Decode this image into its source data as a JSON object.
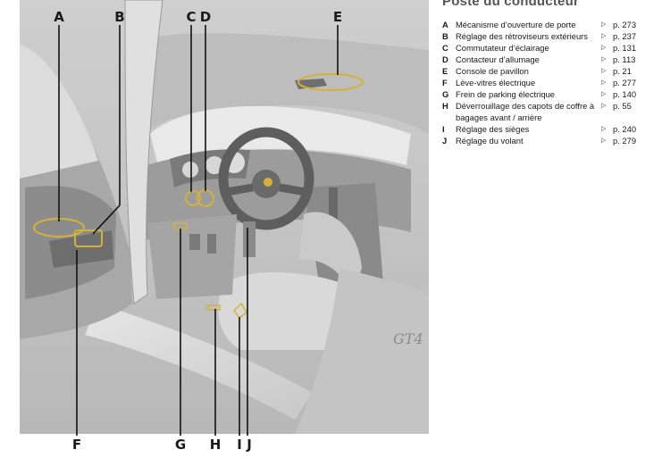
{
  "panel": {
    "title": "Poste du conducteur",
    "items": [
      {
        "letter": "A",
        "desc": "Mécanisme d’ouverture de porte",
        "page": "p. 273"
      },
      {
        "letter": "B",
        "desc": "Réglage des rétroviseurs extérieurs",
        "page": "p. 237"
      },
      {
        "letter": "C",
        "desc": "Commutateur d’éclairage",
        "page": "p. 131"
      },
      {
        "letter": "D",
        "desc": "Contacteur d’allumage",
        "page": "p. 113"
      },
      {
        "letter": "E",
        "desc": "Console de pavillon",
        "page": "p. 21"
      },
      {
        "letter": "F",
        "desc": "Lève-vitres électrique",
        "page": "p. 277"
      },
      {
        "letter": "G",
        "desc": "Frein de parking électrique",
        "page": "p. 140"
      },
      {
        "letter": "H",
        "desc": "Déverrouillage des capots de coffre à bagages avant / arrière",
        "page": "p. 55"
      },
      {
        "letter": "I",
        "desc": "Réglage des sièges",
        "page": "p. 240"
      },
      {
        "letter": "J",
        "desc": "Réglage du volant",
        "page": "p. 279"
      }
    ],
    "arrow_glyph": "▷"
  },
  "illustration": {
    "badge_text": "GT4",
    "callouts": {
      "A": "A",
      "B": "B",
      "C": "C",
      "D": "D",
      "E": "E",
      "F": "F",
      "G": "G",
      "H": "H",
      "I": "I",
      "J": "J"
    },
    "highlight_color": "#d4b23a"
  }
}
